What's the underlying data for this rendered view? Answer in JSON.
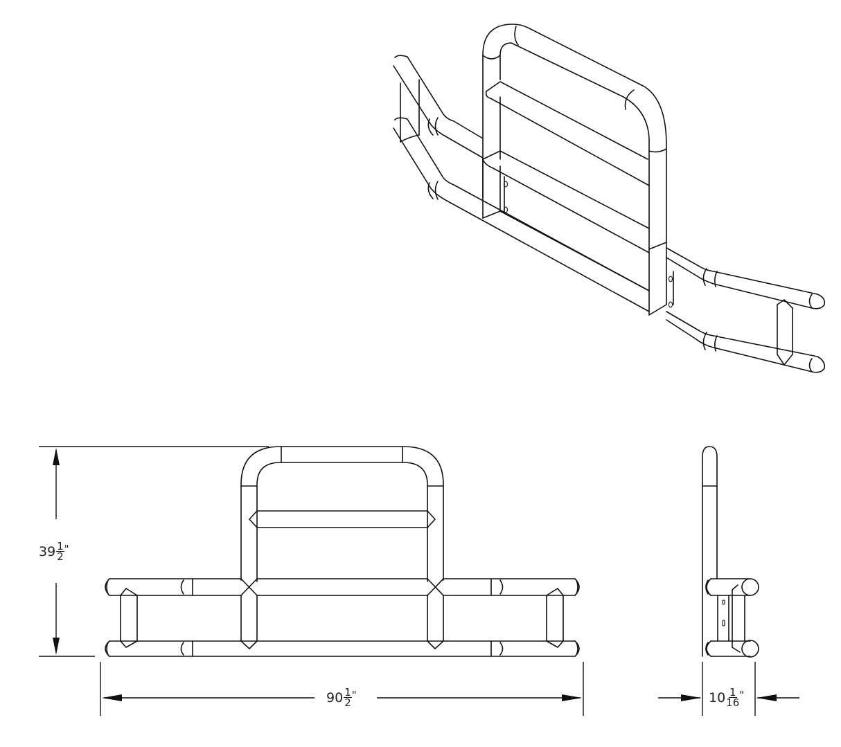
{
  "drawing": {
    "title": "Grille guard technical drawing",
    "views": [
      {
        "name": "isometric-view"
      },
      {
        "name": "front-view"
      },
      {
        "name": "side-view"
      }
    ],
    "line_color": "#111111",
    "background": "#ffffff"
  },
  "dimensions": {
    "height": {
      "whole": "39",
      "numerator": "1",
      "denominator": "2",
      "unit": "\""
    },
    "width": {
      "whole": "90",
      "numerator": "1",
      "denominator": "2",
      "unit": "\""
    },
    "depth": {
      "whole": "10",
      "numerator": "1",
      "denominator": "16",
      "unit": "\""
    }
  }
}
